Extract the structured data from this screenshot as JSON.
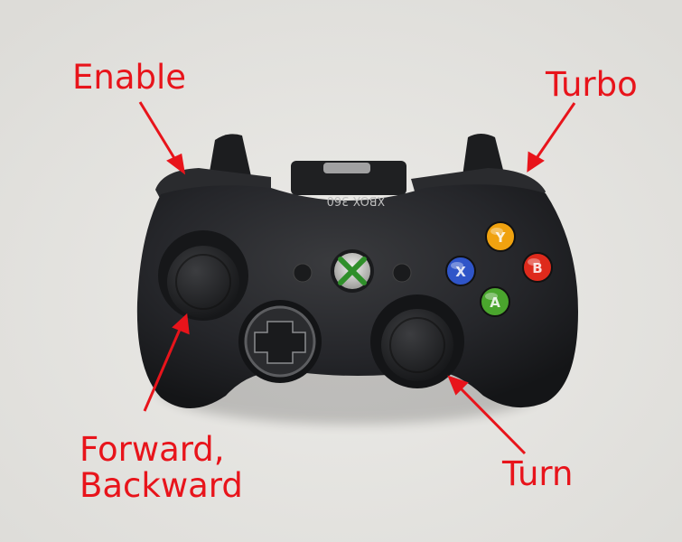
{
  "labels": {
    "enable": "Enable",
    "turbo": "Turbo",
    "forward_line1": "Forward,",
    "forward_line2": "Backward",
    "turn": "Turn"
  },
  "controller": {
    "brand_text": "XBOX 360",
    "face_buttons": [
      {
        "letter": "Y",
        "color": "#f0a20f"
      },
      {
        "letter": "X",
        "color": "#2f55c8"
      },
      {
        "letter": "B",
        "color": "#de2a1c"
      },
      {
        "letter": "A",
        "color": "#4aa52d"
      }
    ],
    "body_color": "#232426",
    "annotation_color": "#e8141b"
  }
}
